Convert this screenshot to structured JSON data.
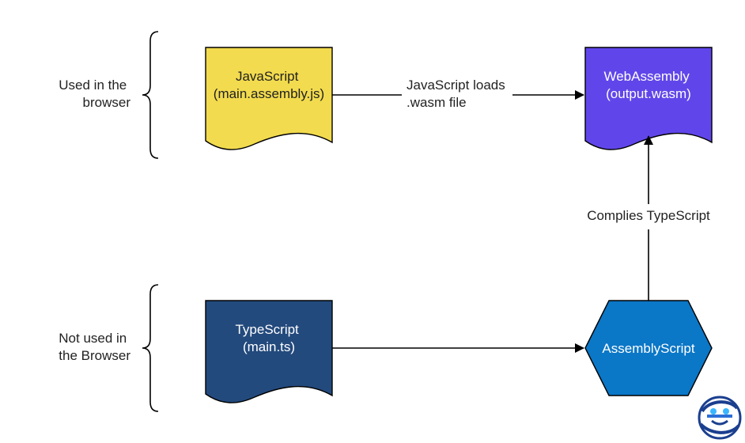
{
  "groups": {
    "top": {
      "line1": "Used in the",
      "line2": "browser"
    },
    "bottom": {
      "line1": "Not used in",
      "line2": "the Browser"
    }
  },
  "nodes": {
    "javascript": {
      "line1": "JavaScript",
      "line2": "(main.assembly.js)",
      "color": "#f2db4e"
    },
    "webassembly": {
      "line1": "WebAssembly",
      "line2": "(output.wasm)",
      "color": "#6046ea"
    },
    "typescript": {
      "line1": "TypeScript",
      "line2": "(main.ts)",
      "color": "#234a7d"
    },
    "assemblyscript": {
      "label": "AssemblyScript",
      "color": "#0b77c7"
    }
  },
  "edges": {
    "js_to_wasm": {
      "line1": "JavaScript loads",
      "line2": ".wasm file"
    },
    "as_to_wasm": {
      "label": "Complies TypeScript"
    }
  },
  "colors": {
    "line": "#000000",
    "text": "#222222"
  }
}
